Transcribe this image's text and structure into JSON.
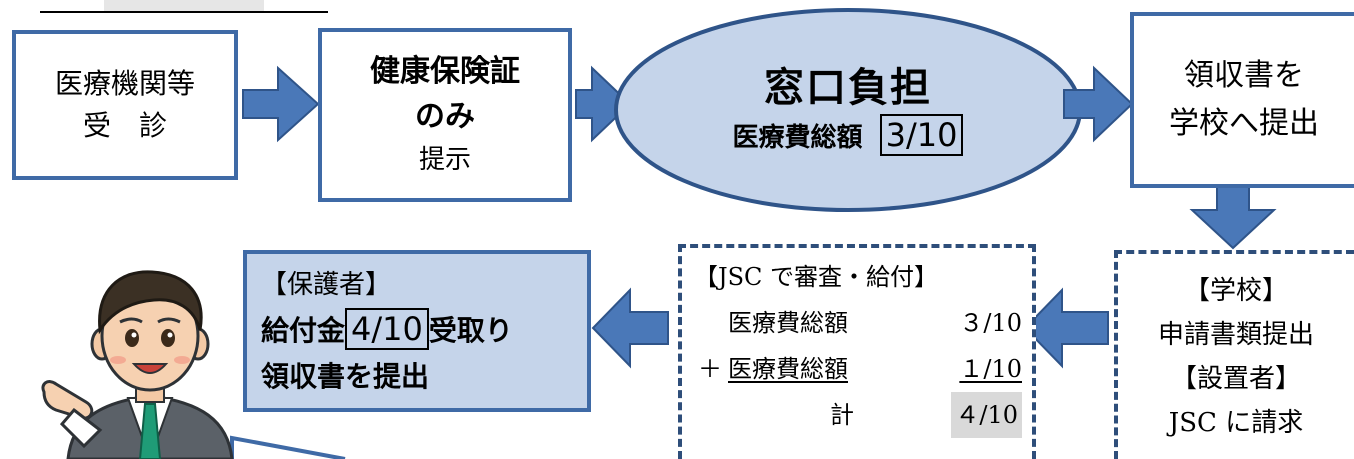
{
  "flow_top": {
    "step1": {
      "line1": "医療機関等",
      "line2": "受　診"
    },
    "step2": {
      "line1": "健康保険証",
      "line2": "のみ",
      "line3": "提示"
    },
    "step3": {
      "title": "窓口負担",
      "label": "医療費総額",
      "value": "3/10"
    },
    "step4": {
      "line1": "領収書を",
      "line2": "学校へ提出"
    }
  },
  "flow_bottom": {
    "school": {
      "line1": "【学校】",
      "line2": "申請書類提出",
      "line3": "【設置者】",
      "line4": "JSC に請求"
    },
    "jsc": {
      "header": "【JSC で審査・給付】",
      "row1_label": "医療費総額",
      "row1_value": "３/10",
      "row2_prefix": "＋",
      "row2_label": "医療費総額",
      "row2_value": "１/10",
      "total_label": "計",
      "total_value": "４/10"
    },
    "guardian": {
      "header": "【保護者】",
      "pre": "給付金",
      "value": "4/10",
      "post": "受取り",
      "line3": "領収書を提出"
    }
  },
  "colors": {
    "arrow": "#4a78b8",
    "arrow_border": "#2f5489",
    "box_border": "#3f6aa6",
    "fill_light": "#c5d4ea",
    "dashed_border": "#2e4e7a"
  }
}
